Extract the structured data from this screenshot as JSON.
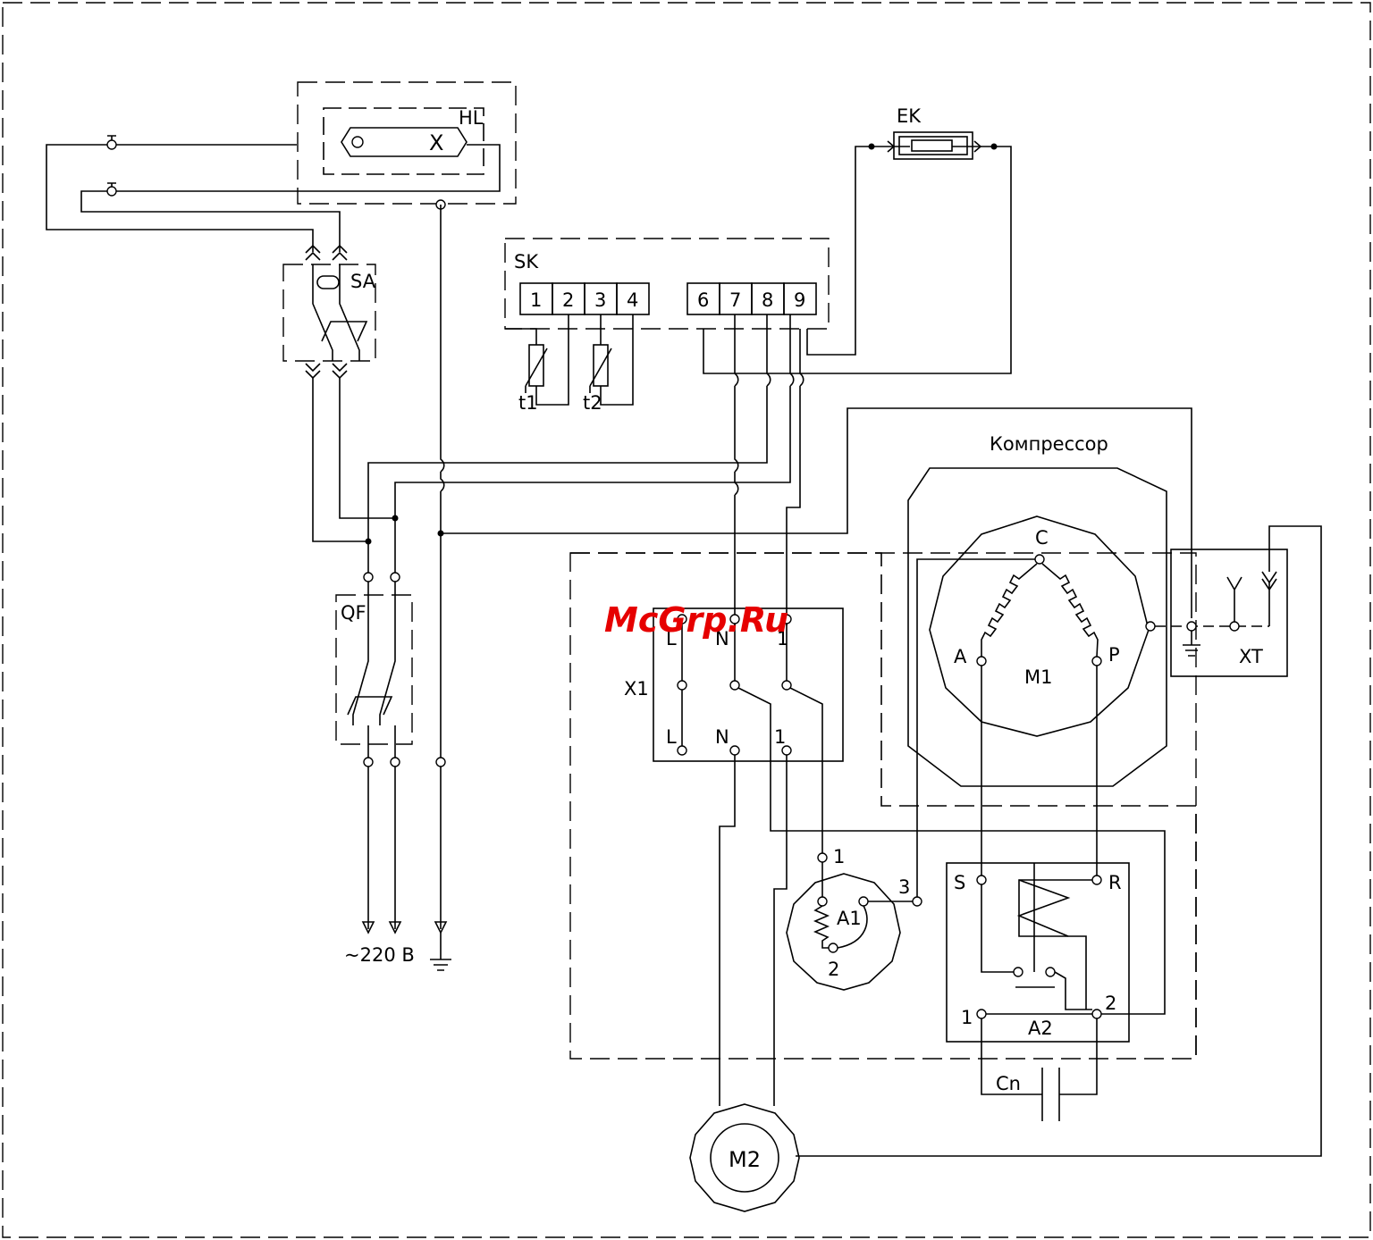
{
  "diagram": {
    "labels": {
      "hl": "HL",
      "hl_x": "X",
      "ek": "EK",
      "sa": "SA",
      "sk": "SK",
      "sk_terms": [
        "1",
        "2",
        "3",
        "4",
        "6",
        "7",
        "8",
        "9"
      ],
      "t1": "t1",
      "t2": "t2",
      "qf": "QF",
      "supply": "~220 B",
      "compressor": "Компрессор",
      "c": "C",
      "a": "A",
      "p": "P",
      "m1": "M1",
      "xt": "XT",
      "x1": "X1",
      "x1_l_top": "L",
      "x1_n_top": "N",
      "x1_1_top": "1",
      "x1_l_bot": "L",
      "x1_n_bot": "N",
      "x1_1_bot": "1",
      "a1": "A1",
      "a1_pin1": "1",
      "a1_pin2": "2",
      "a1_pin3": "3",
      "a2": "A2",
      "a2_s": "S",
      "a2_r": "R",
      "a2_pin1": "1",
      "a2_pin2": "2",
      "cn": "Cn",
      "m2": "M2"
    },
    "watermark": "McGrp.Ru"
  }
}
